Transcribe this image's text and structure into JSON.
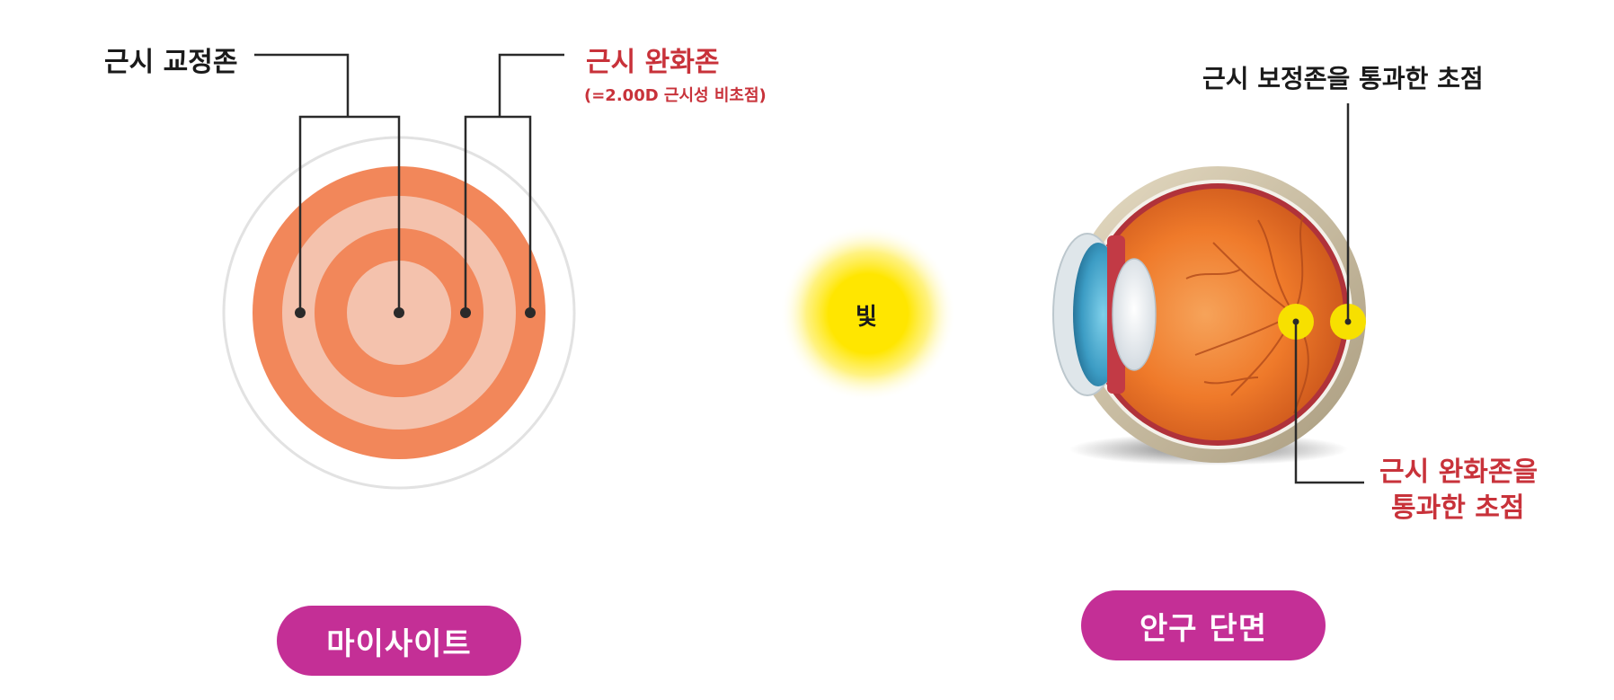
{
  "lens": {
    "correction_zone_label": "근시 교정존",
    "relief_zone_label": "근시 완화존",
    "relief_zone_note": "(=2.00D 근시성 비초점)",
    "caption": "마이사이트"
  },
  "light": {
    "label": "빛"
  },
  "eye": {
    "correction_focus_label": "근시 보정존을 통과한 초점",
    "relief_focus_line1": "근시 완화존을",
    "relief_focus_line2": "통과한 초점",
    "caption": "안구 단면"
  },
  "colors": {
    "lens_dark": "#f2875a",
    "lens_light": "#f4c2ad",
    "focus_yellow": "#f7e000",
    "pill": "#c42f96",
    "red_text": "#c8323a"
  }
}
